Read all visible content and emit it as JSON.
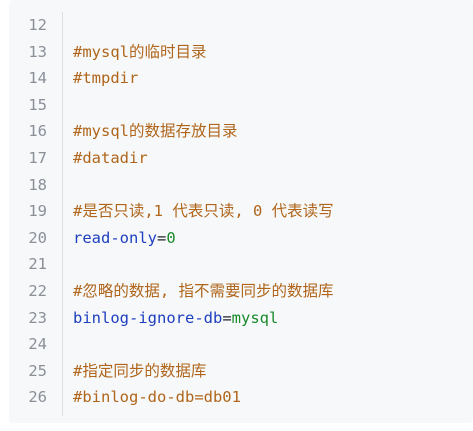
{
  "code": {
    "colors": {
      "background": "#f6f8fa",
      "line_number": "#8a8f98",
      "comment": "#b0651a",
      "key": "#1e3fbf",
      "value": "#1a8a2a"
    },
    "lines": [
      {
        "num": "12",
        "comment": ""
      },
      {
        "num": "13",
        "comment": "#mysql的临时目录"
      },
      {
        "num": "14",
        "comment": "#tmpdir"
      },
      {
        "num": "15",
        "comment": ""
      },
      {
        "num": "16",
        "comment": "#mysql的数据存放目录"
      },
      {
        "num": "17",
        "comment": "#datadir"
      },
      {
        "num": "18",
        "comment": ""
      },
      {
        "num": "19",
        "comment": "#是否只读,1 代表只读, 0 代表读写"
      },
      {
        "num": "20",
        "key": "read-only",
        "op": "=",
        "value": "0"
      },
      {
        "num": "21",
        "comment": ""
      },
      {
        "num": "22",
        "comment": "#忽略的数据, 指不需要同步的数据库"
      },
      {
        "num": "23",
        "key": "binlog-ignore-db",
        "op": "=",
        "value": "mysql"
      },
      {
        "num": "24",
        "comment": ""
      },
      {
        "num": "25",
        "comment": "#指定同步的数据库"
      },
      {
        "num": "26",
        "comment": "#binlog-do-db=db01"
      }
    ]
  }
}
